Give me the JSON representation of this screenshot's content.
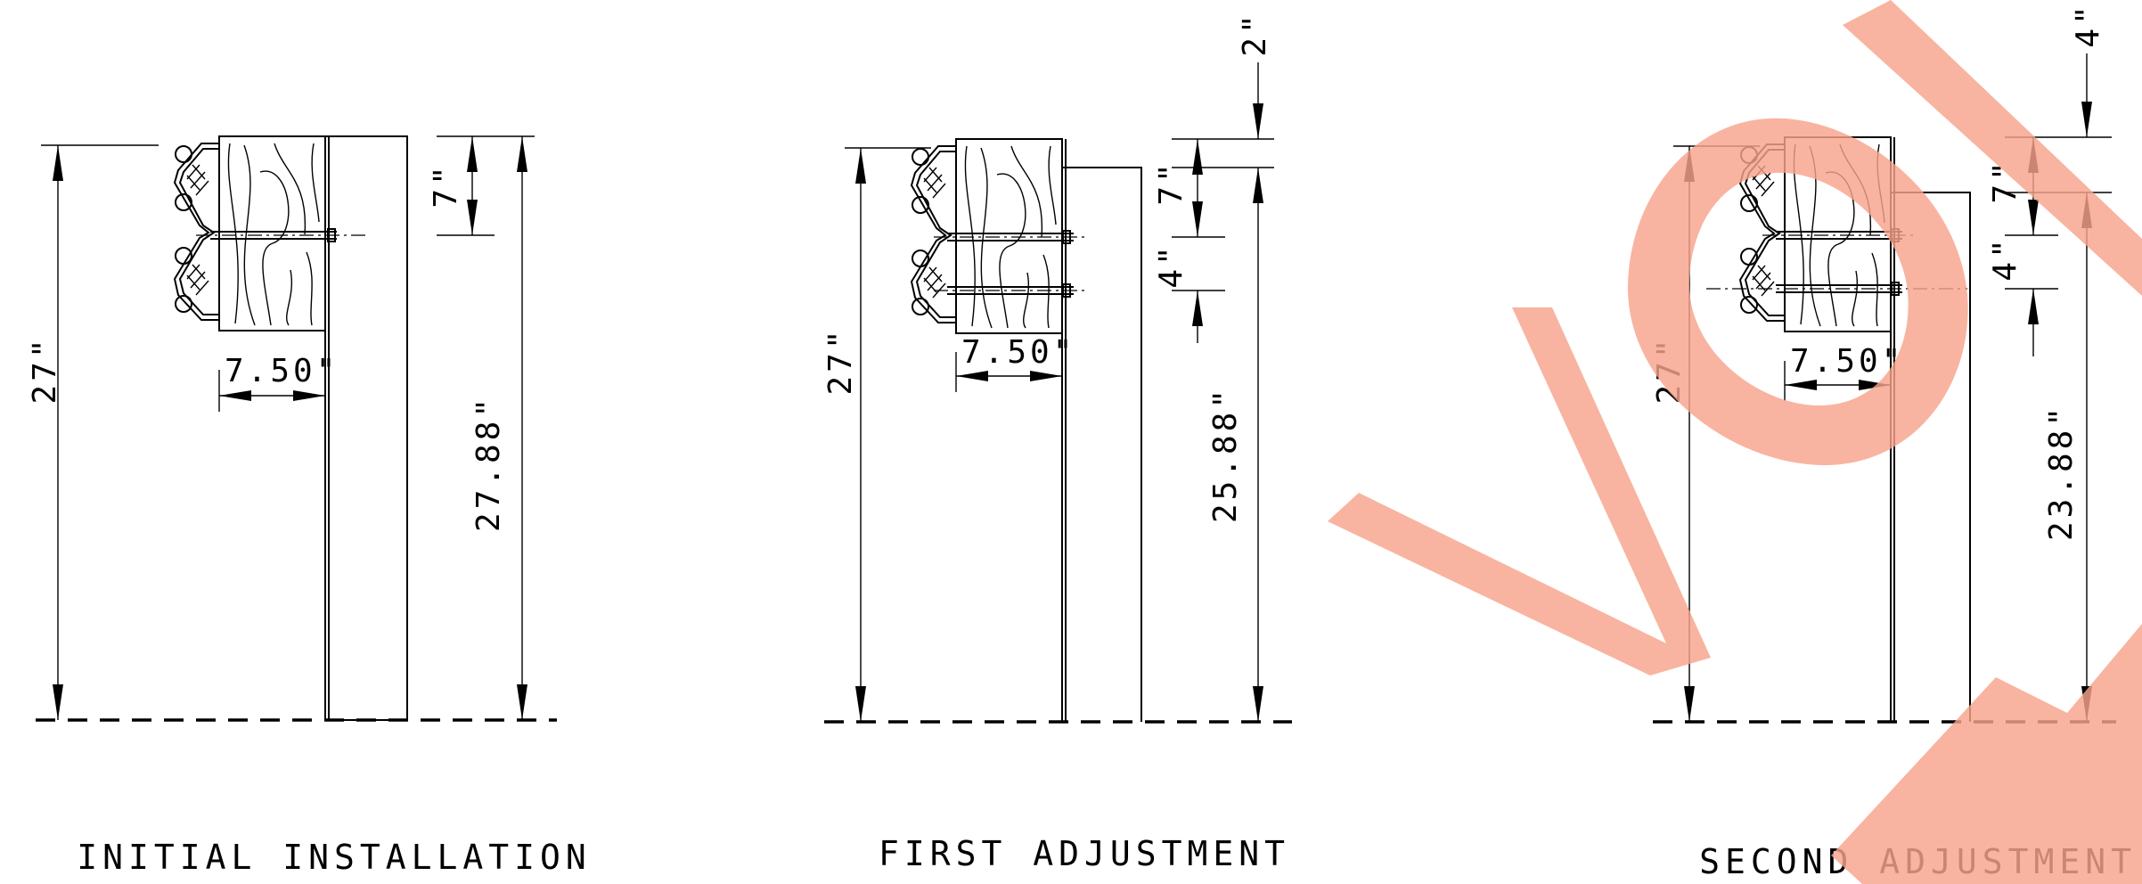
{
  "views": [
    {
      "id": "initial",
      "caption": "INITIAL INSTALLATION",
      "left_height": "27\"",
      "offset": "7.50\"",
      "spacing_top": "7\"",
      "post_height": "27.88\""
    },
    {
      "id": "first",
      "caption": "FIRST ADJUSTMENT",
      "left_height": "27\"",
      "offset": "7.50\"",
      "raise": "2\"",
      "spacing_top": "7\"",
      "spacing_bolt": "4\"",
      "post_height": "25.88\""
    },
    {
      "id": "second",
      "caption": "SECOND ADJUSTMENT",
      "left_height": "27\"",
      "offset": "7.50\"",
      "raise": "4\"",
      "spacing_top": "7\"",
      "spacing_bolt": "4\"",
      "post_height": "23.88\""
    }
  ],
  "watermark": {
    "text": "VOID",
    "color": "#f7a48b"
  }
}
